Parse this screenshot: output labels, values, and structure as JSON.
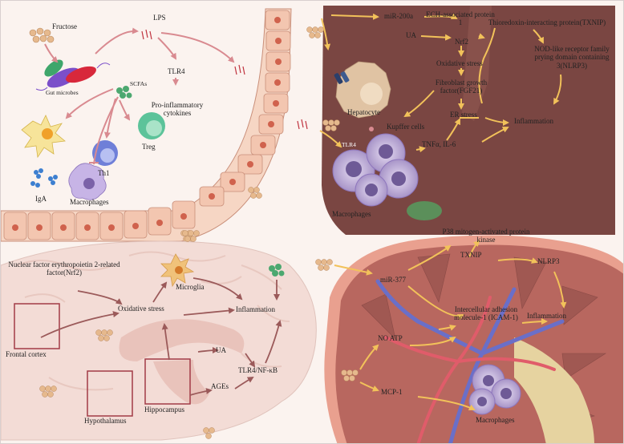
{
  "gut": {
    "fructose": "Fructose",
    "lps": "LPS",
    "gut_microbes": "Gut microbes",
    "scfas": "SCFAs",
    "tlr4": "TLR4",
    "pro_inflammatory": "Pro-inflammatory cytokines",
    "treg": "Treg",
    "th1": "Th1",
    "iga": "IgA",
    "macrophages": "Macrophages"
  },
  "liver": {
    "mir200a": "miR-200a",
    "ech": "ECH-associated protein 1",
    "ua": "UA",
    "nrf2": "Nrf2",
    "txnip": "Thioredoxin-interacting protein(TXNIP)",
    "nlrp3": "NOD-like receptor family prying domain containing 3(NLRP3)",
    "oxidative_stress": "Oxidative stress",
    "fgf21": "Fibroblast growth factor(FGF21)",
    "hepatocyte": "Hepatocyte",
    "er_stress": "ER stress",
    "inflammation": "Inflammation",
    "kupffer": "Kupffer cells",
    "tlr4_small": "TLR4",
    "tnf": "TNFα, IL-6",
    "macrophages": "Macrophages"
  },
  "brain": {
    "nrf2": "Nuclear factor erythropoietin 2-related factor(Nrf2)",
    "microglia": "Microglia",
    "oxidative_stress": "Oxidative stress",
    "inflammation": "Inflammation",
    "frontal_cortex": "Frontal cortex",
    "ua": "UA",
    "tlr4_nfkb": "TLR4/NF-κB",
    "ages": "AGEs",
    "hypothalamus": "Hypothalamus",
    "hippocampus": "Hippocampus"
  },
  "kidney": {
    "p38": "P38 mitogen-activated protein kinase",
    "txnip": "TXNIP",
    "nlrp3": "NLRP3",
    "mir377": "miR-377",
    "icam1": "Intercellular adhesion molecule-1 (ICAM-1)",
    "no_atp": "NO  ATP",
    "inflammation": "Inflammation",
    "mcp1": "MCP-1",
    "macrophages": "Macrophages"
  }
}
